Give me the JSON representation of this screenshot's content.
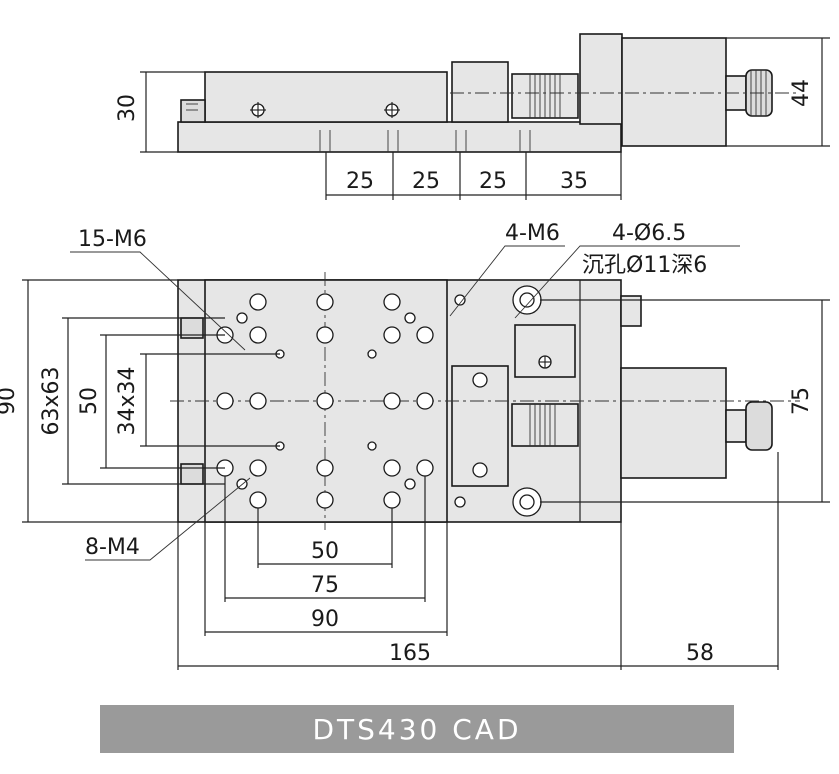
{
  "banner": {
    "title": "DTS430  CAD"
  },
  "side_view": {
    "dims": {
      "height_30": "30",
      "height_44": "44",
      "pitch_1": "25",
      "pitch_2": "25",
      "pitch_3": "25",
      "pitch_4": "35"
    }
  },
  "top_view": {
    "callouts": {
      "m6_15": "15-M6",
      "m6_4": "4-M6",
      "hole_4": "4-Ø6.5",
      "counterbore": "沉孔Ø11深6",
      "m4_8": "8-M4"
    },
    "dims": {
      "left_90": "90",
      "left_63x63": "63x63",
      "left_50": "50",
      "left_34x34": "34x34",
      "right_75": "75",
      "bottom_50": "50",
      "bottom_75": "75",
      "bottom_90": "90",
      "bottom_165": "165",
      "bottom_58": "58"
    }
  },
  "colors": {
    "part_fill": "#e6e6e6",
    "banner_bg": "#9a9a9a",
    "line": "#1a1a1a"
  }
}
